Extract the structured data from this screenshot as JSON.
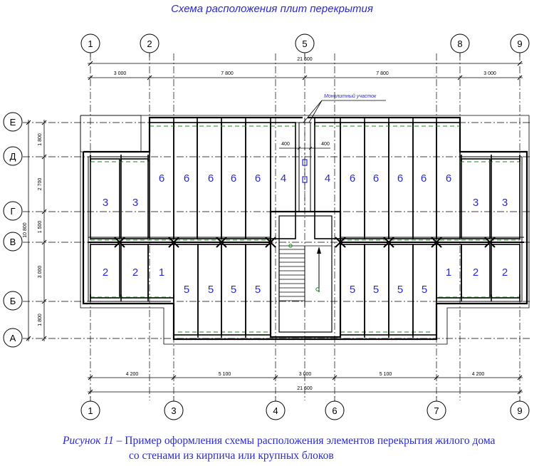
{
  "title": "Схема расположения плит перекрытия",
  "caption": {
    "label": "Рисунок 11",
    "dash": " – ",
    "line1": "Пример оформления схемы расположения элементов перекрытия жилого дома",
    "line2": "со стенами из кирпича или крупных блоков"
  },
  "axes_top": [
    "1",
    "2",
    "5",
    "8",
    "9"
  ],
  "axes_bottom": [
    "1",
    "3",
    "4",
    "6",
    "7",
    "9"
  ],
  "axes_left": [
    "Е",
    "Д",
    "Г",
    "В",
    "Б",
    "А"
  ],
  "dims_top_total": "21 600",
  "dims_top": [
    "3 000",
    "7 800",
    "7 800",
    "3 000"
  ],
  "dims_bottom": [
    "4 200",
    "5 100",
    "3 000",
    "5 100",
    "4 200"
  ],
  "dims_bottom_total": "21 600",
  "dims_left": [
    "1 800",
    "2 700",
    "1 500",
    "3 000",
    "1 800"
  ],
  "dims_left_total": "10 800",
  "monolith_label": "Монолитный участок",
  "gap_dims": [
    "400",
    "400"
  ],
  "slab_marks": {
    "left_top": [
      "3",
      "3"
    ],
    "left_bottom": [
      "2",
      "2",
      "1"
    ],
    "upper_left": [
      "6",
      "6",
      "6",
      "6",
      "6",
      "4"
    ],
    "upper_right": [
      "4",
      "6",
      "6",
      "6",
      "6",
      "6"
    ],
    "lower_left": [
      "5",
      "5",
      "5",
      "5"
    ],
    "lower_right": [
      "5",
      "5",
      "5",
      "5"
    ],
    "right_top": [
      "3",
      "3"
    ],
    "right_bottom": [
      "1",
      "2",
      "2"
    ]
  },
  "colors": {
    "text": "#2a2ad0",
    "line": "#000000",
    "dash": "#1a8a1a"
  }
}
